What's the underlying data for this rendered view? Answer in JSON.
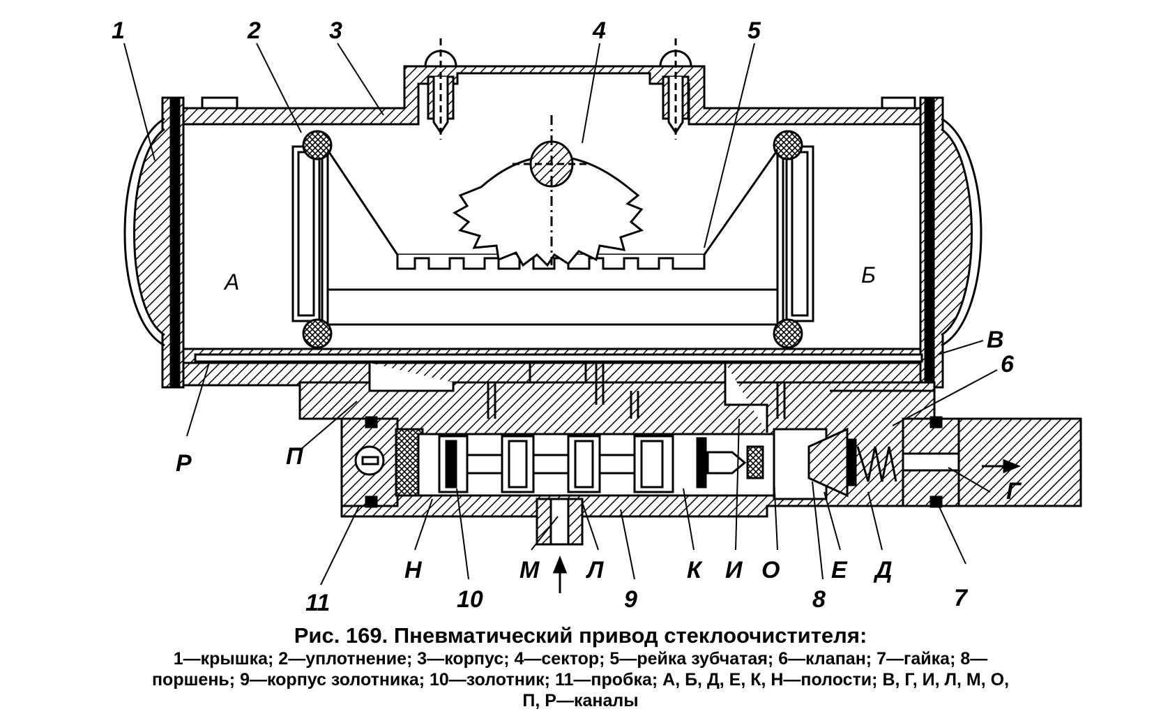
{
  "labels": {
    "n1": "1",
    "n2": "2",
    "n3": "3",
    "n4": "4",
    "n5": "5",
    "n6": "6",
    "n7": "7",
    "n8": "8",
    "n9": "9",
    "n10": "10",
    "n11": "11",
    "A": "А",
    "B": "Б",
    "V": "В",
    "G": "Г",
    "D": "Д",
    "E": "Е",
    "I": "И",
    "K": "К",
    "L": "Л",
    "M": "М",
    "N": "Н",
    "O": "О",
    "P": "П",
    "R": "Р",
    "B2": "Б"
  },
  "caption": {
    "title": "Рис. 169. Пневматический привод стеклоочистителя:",
    "line1": "1—крышка; 2—уплотнение; 3—корпус; 4—сектор; 5—рейка зубчатая; 6—клапан; 7—гайка; 8—",
    "line2": "поршень; 9—корпус золотника; 10—золотник; 11—пробка; А, Б, Д, Е, К, Н—полости; В, Г, И, Л, М, О,",
    "line3": "П, Р—каналы"
  }
}
